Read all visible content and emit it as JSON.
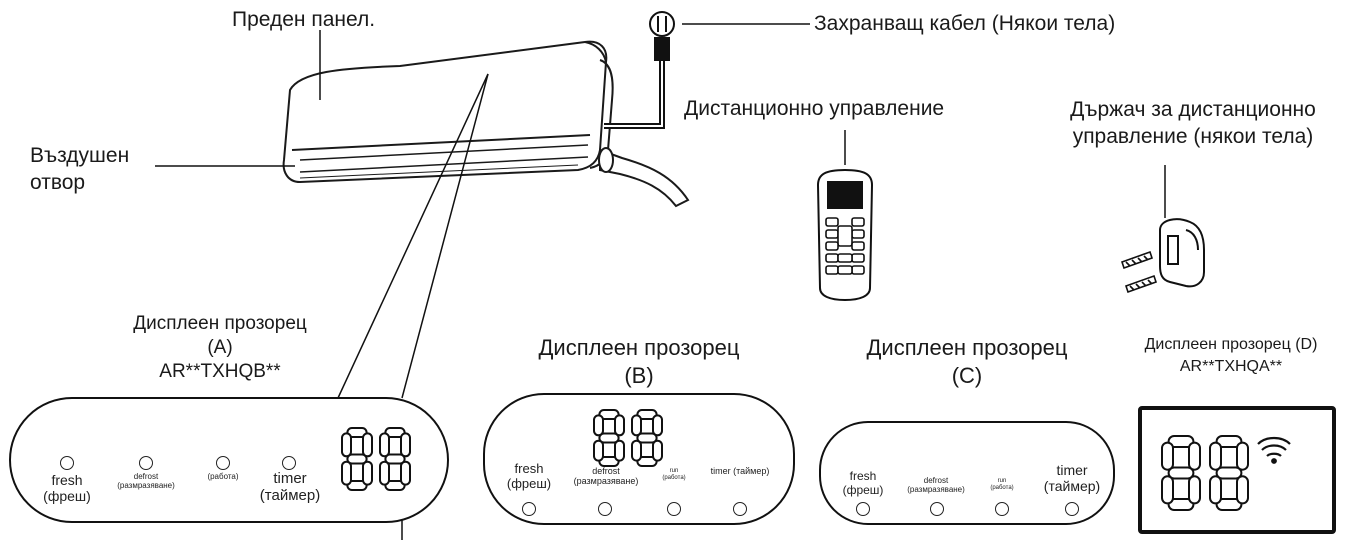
{
  "labels": {
    "front_panel": "Преден панел.",
    "storage_cable": "Захранващ кабел (Някои тела)",
    "remote_control": "Дистанционно управление",
    "remote_holder_line1": "Държач за дистанционно",
    "remote_holder_line2": "управление (някои тела)",
    "air_outlet_line1": "Въздушен",
    "air_outlet_line2": "отвор"
  },
  "display_a": {
    "title_line1": "Дисплеен прозорец",
    "title_line2": "(A)",
    "model": "AR**TXHQB**",
    "fresh_en": "fresh",
    "fresh_bg": "(фреш)",
    "defrost": "defrost",
    "defrost_bg": "(размразяване)",
    "run": "(работа)",
    "timer_en": "timer",
    "timer_bg": "(таймер)",
    "digits": "88"
  },
  "display_b": {
    "title_line1": "Дисплеен прозорец",
    "title_line2": "(B)",
    "fresh_en": "fresh",
    "fresh_bg": "(фреш)",
    "defrost": "defrost",
    "defrost_bg": "(размразяване)",
    "run": "run",
    "run_bg": "(работа)",
    "timer": "timer (таймер)",
    "digits": "88"
  },
  "display_c": {
    "title_line1": "Дисплеен прозорец",
    "title_line2": "(C)",
    "fresh_en": "fresh",
    "fresh_bg": "(фреш)",
    "defrost": "defrost",
    "defrost_bg": "(размразяване)",
    "run": "run",
    "run_bg": "(работа)",
    "timer_en": "timer",
    "timer_bg": "(таймер)"
  },
  "display_d": {
    "title_line1": "Дисплеен прозорец (D)",
    "model": "AR**TXHQA**",
    "digits": "88"
  },
  "icons": [
    "air-conditioner-unit-icon",
    "plug-icon",
    "remote-control-icon",
    "remote-holder-icon",
    "screw-icon",
    "wifi-icon"
  ]
}
